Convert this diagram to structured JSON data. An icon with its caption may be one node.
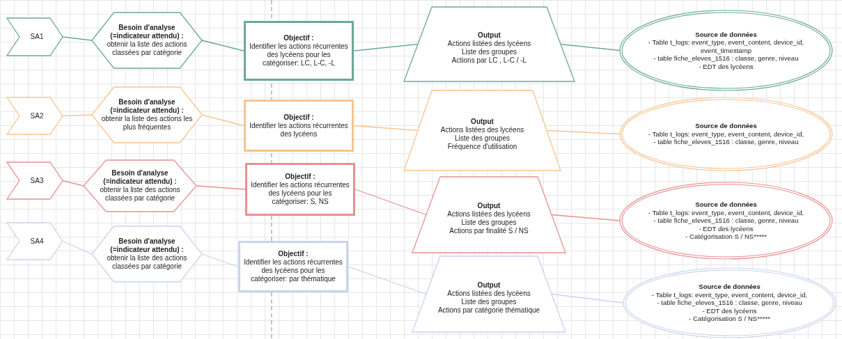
{
  "diagram": {
    "nodes": [
      {
        "text": [
          "SA1"
        ]
      },
      {
        "text": [
          "Besoin d'analyse (=indicateur attendu) :",
          "obtenir la liste des actions classées par catégorie"
        ]
      },
      {
        "text": [
          "Objectif :",
          "Identifier les actions récurrentes des lycéens pour les catégoriser: LC, L-C, -L"
        ]
      },
      {
        "text": [
          "Output",
          "Actions listées des lycéens",
          "Liste des groupes",
          "Actions par LC , L-C / -L"
        ]
      },
      {
        "text": [
          "Source de données",
          "- Table t_logs: event_type, event_content, device_id, event_timestamp",
          "- table fiche_eleves_1516 : classe, genre, niveau",
          "- EDT des lycéens"
        ]
      },
      {
        "text": [
          "SA2"
        ]
      },
      {
        "text": [
          "Besoin d'analyse (=indicateur attendu) :",
          "obtenir la liste des actions les plus fréquentes"
        ]
      },
      {
        "text": [
          "Objectif :",
          "Identifier les actions récurrentes des lycéens"
        ]
      },
      {
        "text": [
          "Output",
          "Actions listées des lycéens",
          "Liste des groupes",
          "Fréquence d'utilisation"
        ]
      },
      {
        "text": [
          "Source de données",
          "- Table t_logs: event_type, event_content, device_id,",
          "- table fiche_eleves_1516 : classe, genre, niveau"
        ]
      },
      {
        "text": [
          "SA3"
        ]
      },
      {
        "text": [
          "Besoin d'analyse (=indicateur attendu) :",
          "obtenir la liste des actions classées par catégorie"
        ]
      },
      {
        "text": [
          "Objectif :",
          "Identifier les actions récurrentes des lycéens pour les catégoriser: S, NS"
        ]
      },
      {
        "text": [
          "Output",
          "Actions listées des lycéens",
          "Liste des groupes",
          "Actions par finalité S / NS"
        ]
      },
      {
        "text": [
          "Source de données",
          "- Table t_logs: event_type, event_content, device_id,",
          "- table fiche_eleves_1516 : classe, genre, niveau",
          "- EDT des lycéens",
          "- Catégorisation S / NS*****"
        ]
      },
      {
        "text": [
          "SA4"
        ]
      },
      {
        "text": [
          "Besoin d'analyse (=indicateur attendu) :",
          "obtenir la liste des actions classées par catégorie"
        ]
      },
      {
        "text": [
          "Objectif :",
          "Identifier les actions récurrentes des lycéens pour les catégoriser: par thématique"
        ]
      },
      {
        "text": [
          "Output",
          "Actions listées des lycéens",
          "Liste des groupes",
          "Actions par catégorie thématique"
        ]
      },
      {
        "text": [
          "Source de données",
          "- Table t_logs: event_type, event_content, device_id,",
          "- table fiche_eleves_1516 : classe, genre, niveau",
          "- EDT des lycéens",
          "- Catégorisation S / NS*****"
        ]
      }
    ],
    "edges": [
      {
        "from": 0,
        "to": 1,
        "arrow": "none",
        "color": "#6aa89a"
      },
      {
        "from": 1,
        "to": 2,
        "arrow": "none",
        "color": "#6aa89a"
      },
      {
        "from": 2,
        "to": 3,
        "arrow": "none",
        "color": "#6aa89a"
      },
      {
        "from": 3,
        "to": 4,
        "arrow": "none",
        "color": "#6aa89a"
      },
      {
        "from": 5,
        "to": 6,
        "arrow": "none",
        "color": "#f8c490"
      },
      {
        "from": 6,
        "to": 7,
        "arrow": "none",
        "color": "#f8c490"
      },
      {
        "from": 7,
        "to": 8,
        "arrow": "none",
        "color": "#f8c490"
      },
      {
        "from": 8,
        "to": 9,
        "arrow": "none",
        "color": "#f8c490"
      },
      {
        "from": 10,
        "to": 11,
        "arrow": "none",
        "color": "#e89090"
      },
      {
        "from": 11,
        "to": 12,
        "arrow": "none",
        "color": "#e89090"
      },
      {
        "from": 12,
        "to": 13,
        "arrow": "none",
        "color": "#e89090"
      },
      {
        "from": 13,
        "to": 14,
        "arrow": "none",
        "color": "#e89090"
      },
      {
        "from": 15,
        "to": 16,
        "arrow": "none",
        "color": "#c8d4ec"
      },
      {
        "from": 16,
        "to": 17,
        "arrow": "none",
        "color": "#c8d4ec"
      },
      {
        "from": 17,
        "to": 18,
        "arrow": "none",
        "color": "#c8d4ec"
      },
      {
        "from": 18,
        "to": 19,
        "arrow": "none",
        "color": "#c8d4ec"
      }
    ]
  }
}
